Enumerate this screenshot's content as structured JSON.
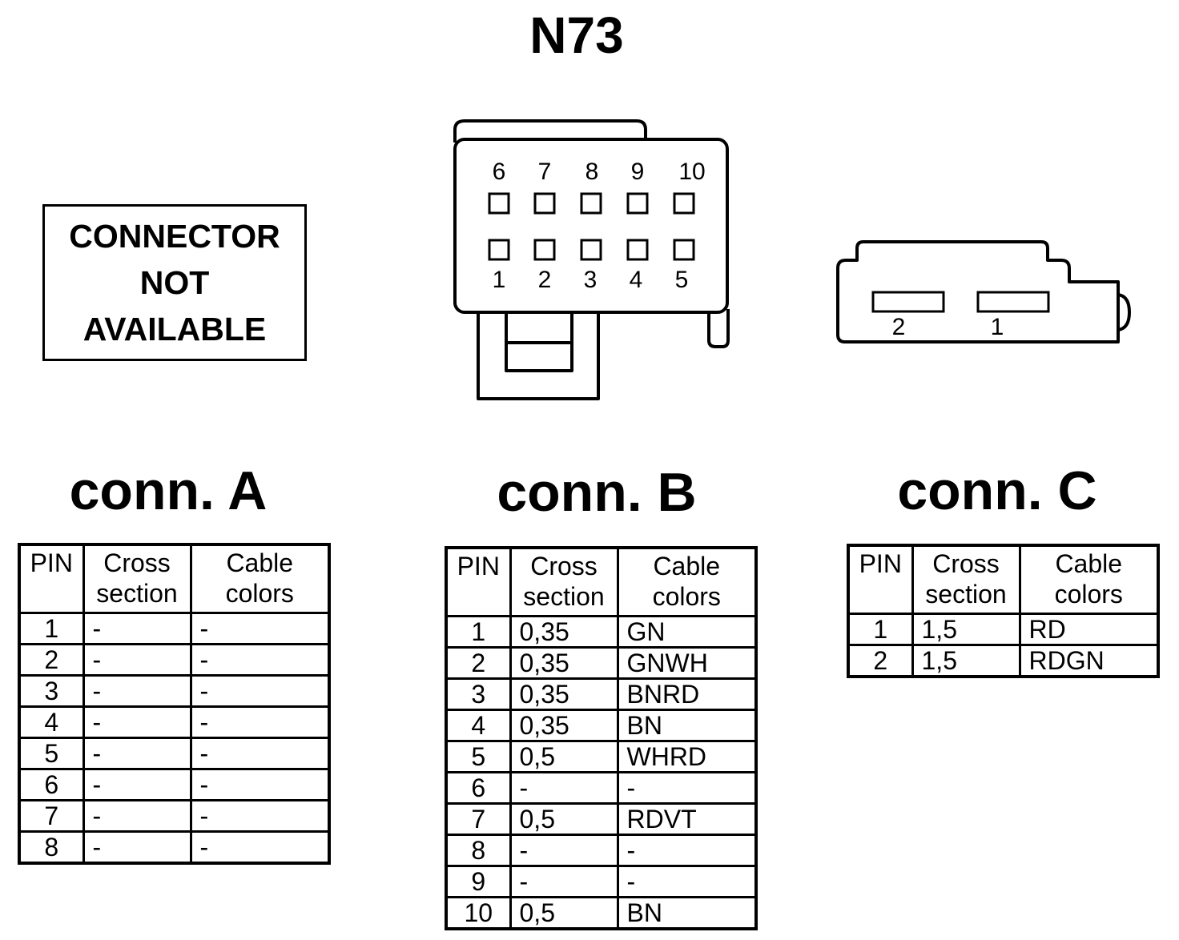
{
  "title": "N73",
  "not_available": [
    "CONNECTOR",
    "NOT",
    "AVAILABLE"
  ],
  "connector_b_pins": {
    "top_row": [
      "6",
      "7",
      "8",
      "9",
      "10"
    ],
    "bottom_row": [
      "1",
      "2",
      "3",
      "4",
      "5"
    ]
  },
  "connector_c_pins": [
    "2",
    "1"
  ],
  "headers": {
    "pin": "PIN",
    "cross": [
      "Cross",
      "section"
    ],
    "colors": [
      "Cable",
      "colors"
    ]
  },
  "tables": [
    {
      "label": "conn. A",
      "rows": [
        {
          "pin": "1",
          "cross": "-",
          "color": "-"
        },
        {
          "pin": "2",
          "cross": "-",
          "color": "-"
        },
        {
          "pin": "3",
          "cross": "-",
          "color": "-"
        },
        {
          "pin": "4",
          "cross": "-",
          "color": "-"
        },
        {
          "pin": "5",
          "cross": "-",
          "color": "-"
        },
        {
          "pin": "6",
          "cross": "-",
          "color": "-"
        },
        {
          "pin": "7",
          "cross": "-",
          "color": "-"
        },
        {
          "pin": "8",
          "cross": "-",
          "color": "-"
        }
      ]
    },
    {
      "label": "conn. B",
      "rows": [
        {
          "pin": "1",
          "cross": "0,35",
          "color": "GN"
        },
        {
          "pin": "2",
          "cross": "0,35",
          "color": "GNWH"
        },
        {
          "pin": "3",
          "cross": "0,35",
          "color": "BNRD"
        },
        {
          "pin": "4",
          "cross": "0,35",
          "color": "BN"
        },
        {
          "pin": "5",
          "cross": "0,5",
          "color": "WHRD"
        },
        {
          "pin": "6",
          "cross": "-",
          "color": "-"
        },
        {
          "pin": "7",
          "cross": "0,5",
          "color": "RDVT"
        },
        {
          "pin": "8",
          "cross": "-",
          "color": "-"
        },
        {
          "pin": "9",
          "cross": "-",
          "color": "-"
        },
        {
          "pin": "10",
          "cross": "0,5",
          "color": "BN"
        }
      ]
    },
    {
      "label": "conn. C",
      "rows": [
        {
          "pin": "1",
          "cross": "1,5",
          "color": "RD"
        },
        {
          "pin": "2",
          "cross": "1,5",
          "color": "RDGN"
        }
      ]
    }
  ]
}
